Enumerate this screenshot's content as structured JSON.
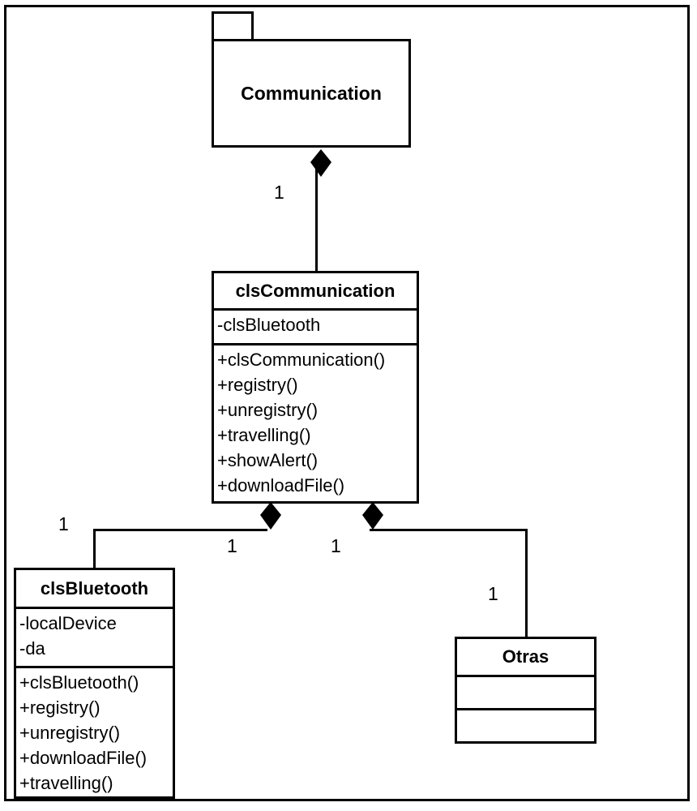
{
  "diagram": {
    "type": "uml-class-diagram",
    "package": {
      "name": "Communication"
    },
    "classes": [
      {
        "id": "clsCommunication",
        "name": "clsCommunication",
        "attributes": [
          "-clsBluetooth"
        ],
        "operations": [
          "+clsCommunication()",
          "+registry()",
          "+unregistry()",
          "+travelling()",
          "+showAlert()",
          "+downloadFile()"
        ]
      },
      {
        "id": "clsBluetooth",
        "name": "clsBluetooth",
        "attributes": [
          "-localDevice",
          "-da"
        ],
        "operations": [
          "+clsBluetooth()",
          "+registry()",
          "+unregistry()",
          "+downloadFile()",
          "+travelling()"
        ]
      },
      {
        "id": "Otras",
        "name": "Otras",
        "attributes": [],
        "operations": []
      }
    ],
    "relations": [
      {
        "id": "pkg-to-clsCommunication",
        "kind": "composition",
        "from": "Communication",
        "to": "clsCommunication",
        "source_multiplicity": "1",
        "target_multiplicity": ""
      },
      {
        "id": "clsCommunication-to-clsBluetooth",
        "kind": "composition",
        "from": "clsCommunication",
        "to": "clsBluetooth",
        "source_multiplicity": "1",
        "target_multiplicity": "1"
      },
      {
        "id": "clsCommunication-to-Otras",
        "kind": "composition",
        "from": "clsCommunication",
        "to": "Otras",
        "source_multiplicity": "1",
        "target_multiplicity": "1"
      }
    ],
    "labels": {
      "pkg_edge_mult": "1",
      "bt_near_mult": "1",
      "bt_far_mult": "1",
      "otras_near_mult": "1",
      "otras_far_mult": "1"
    },
    "colors": {
      "stroke": "#000000",
      "fill": "#ffffff"
    }
  }
}
